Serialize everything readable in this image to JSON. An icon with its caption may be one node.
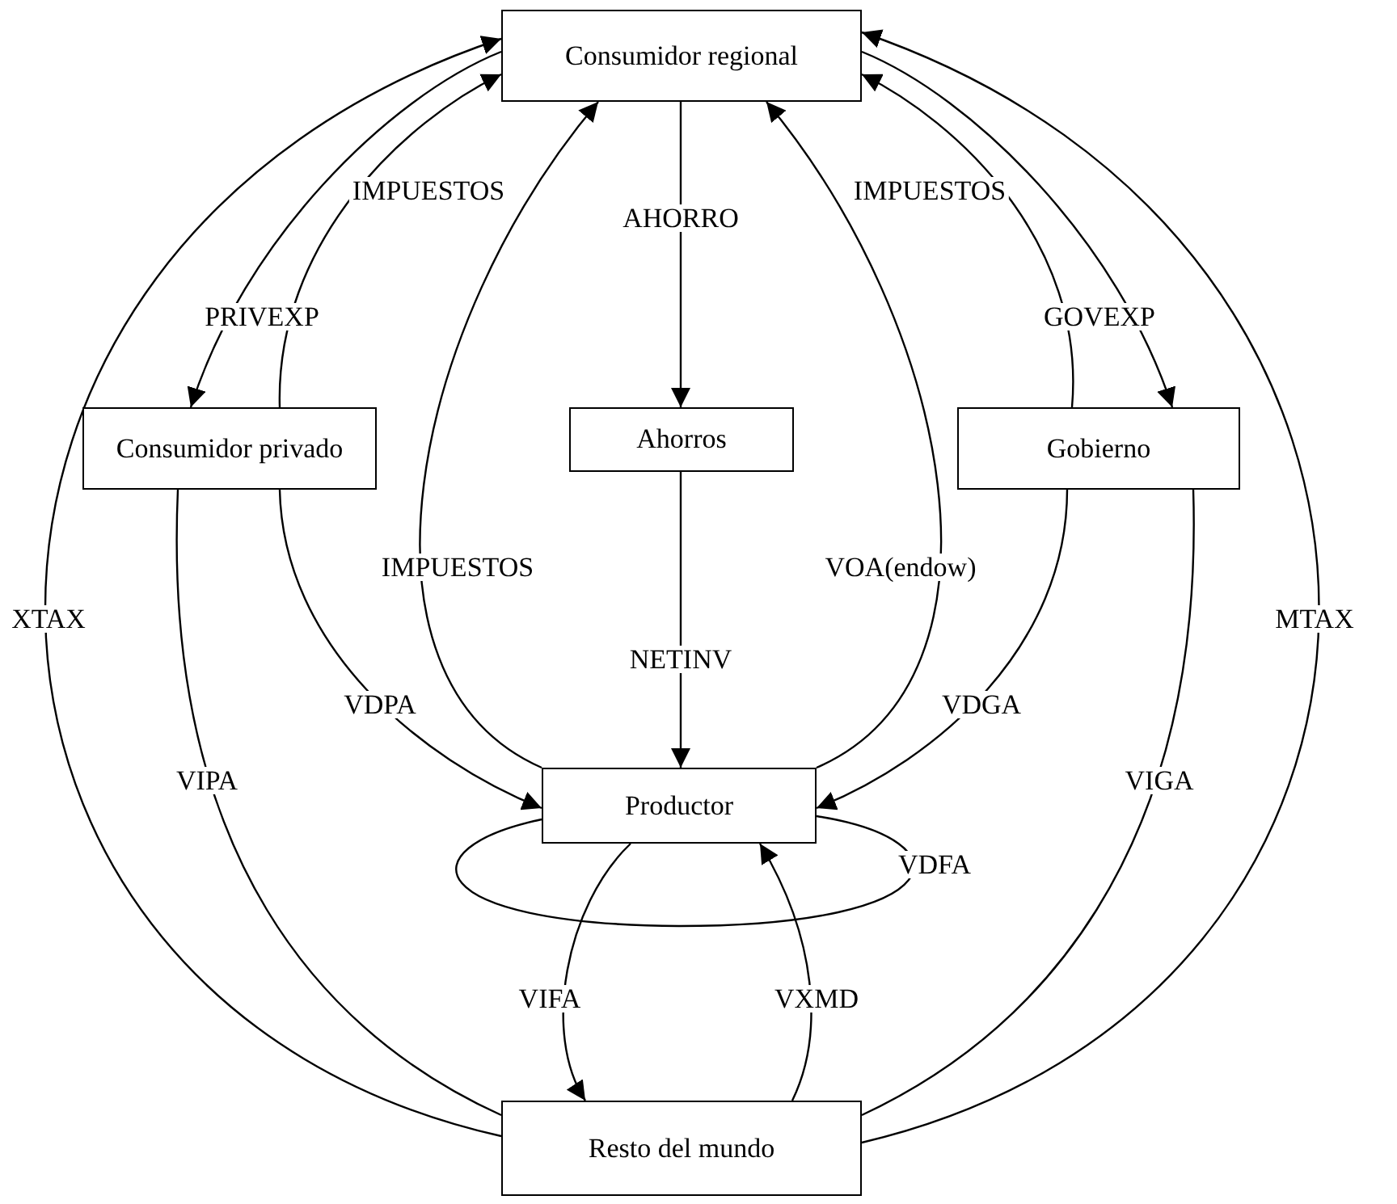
{
  "diagram": {
    "nodes": [
      {
        "text": [
          "Consumidor regional"
        ]
      },
      {
        "text": [
          "Consumidor privado"
        ]
      },
      {
        "text": [
          "Ahorros"
        ]
      },
      {
        "text": [
          "Gobierno"
        ]
      },
      {
        "text": [
          "Productor"
        ]
      },
      {
        "text": [
          "Resto del mundo"
        ]
      }
    ],
    "edges": [
      {
        "from": 0,
        "to": 2,
        "arrow": "to",
        "label": "AHORRO"
      },
      {
        "from": 2,
        "to": 4,
        "arrow": "to",
        "label": "NETINV"
      },
      {
        "from": 0,
        "to": 1,
        "arrow": "to",
        "label": "PRIVEXP"
      },
      {
        "from": 1,
        "to": 0,
        "arrow": "to",
        "label": "IMPUESTOS"
      },
      {
        "from": 5,
        "to": 0,
        "arrow": "to",
        "label": "XTAX"
      },
      {
        "from": 5,
        "to": 0,
        "arrow": "to",
        "label": "MTAX"
      },
      {
        "from": 4,
        "to": 0,
        "arrow": "to",
        "label": "IMPUESTOS"
      },
      {
        "from": 4,
        "to": 0,
        "arrow": "to",
        "label": "VOA(endow)"
      },
      {
        "from": 3,
        "to": 0,
        "arrow": "to",
        "label": "IMPUESTOS"
      },
      {
        "from": 0,
        "to": 3,
        "arrow": "to",
        "label": "GOVEXP"
      },
      {
        "from": 1,
        "to": 4,
        "arrow": "to",
        "label": "VDPA"
      },
      {
        "from": 1,
        "to": 5,
        "arrow": "none",
        "label": "VIPA"
      },
      {
        "from": 3,
        "to": 4,
        "arrow": "to",
        "label": "VDGA"
      },
      {
        "from": 3,
        "to": 5,
        "arrow": "none",
        "label": "VIGA"
      },
      {
        "from": 4,
        "to": 4,
        "arrow": "none",
        "label": "VDFA"
      },
      {
        "from": 4,
        "to": 5,
        "arrow": "to",
        "label": "VIFA"
      },
      {
        "from": 5,
        "to": 4,
        "arrow": "to",
        "label": "VXMD"
      }
    ]
  }
}
